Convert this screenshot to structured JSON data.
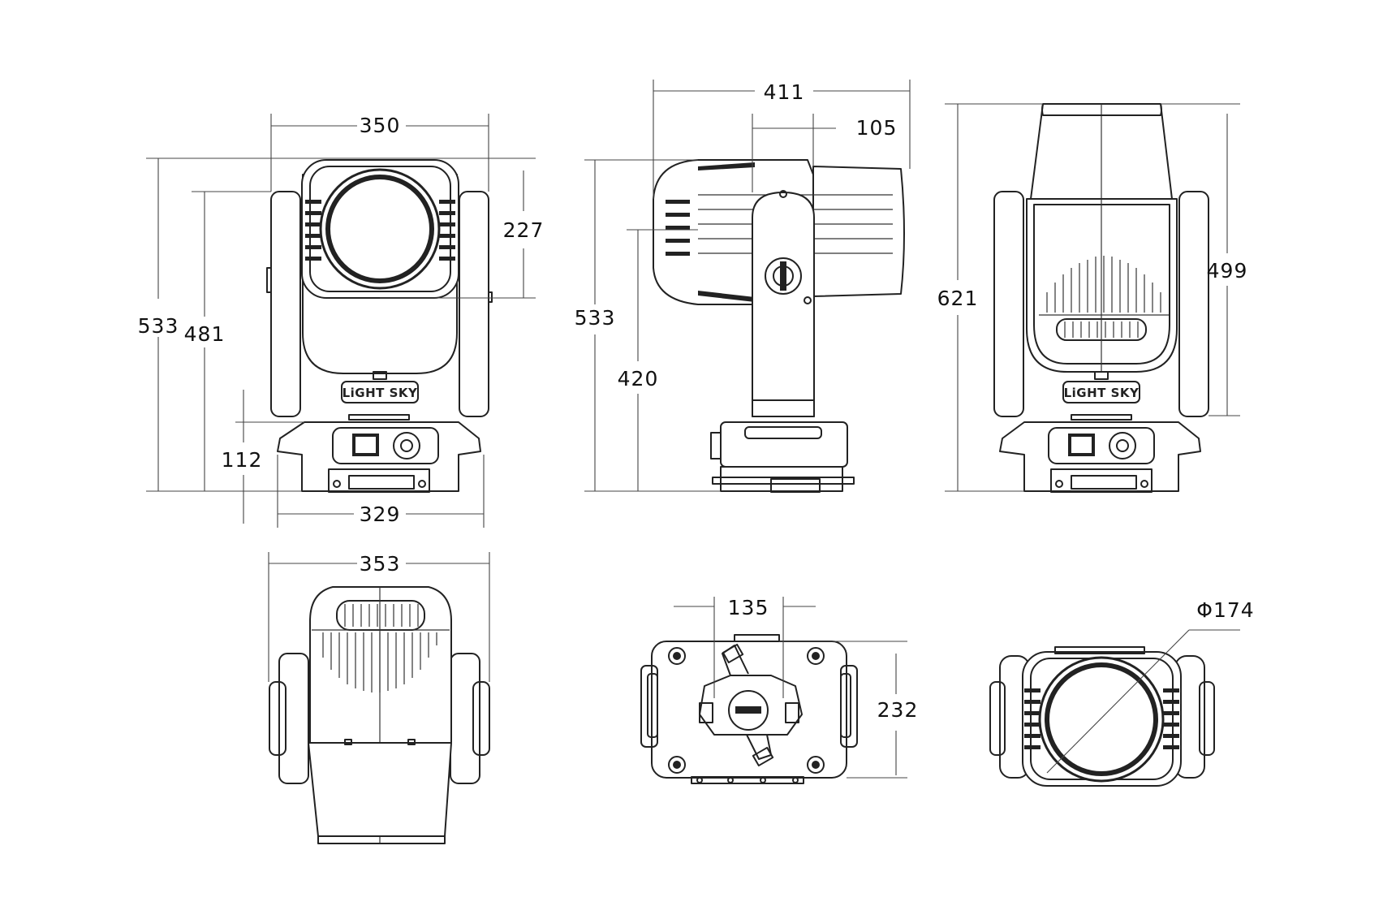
{
  "brand": {
    "logo_text": "LiGHT SKY"
  },
  "views": {
    "front": {
      "dims": {
        "overall_width": "350",
        "height_total": "533",
        "height_to_head": "481",
        "head_height": "227",
        "base_height": "112",
        "base_width": "329"
      }
    },
    "side": {
      "dims": {
        "total_depth": "411",
        "front_protrusion": "105",
        "height_total": "533",
        "tilt_axis_height": "420"
      }
    },
    "back": {
      "dims": {
        "height_tilted": "621",
        "height_upper": "499"
      }
    },
    "top": {
      "dims": {
        "width": "353"
      }
    },
    "bottom": {
      "dims": {
        "mount_spacing": "135",
        "depth": "232"
      }
    },
    "lens": {
      "dims": {
        "lens_diameter": "Φ174"
      }
    }
  }
}
